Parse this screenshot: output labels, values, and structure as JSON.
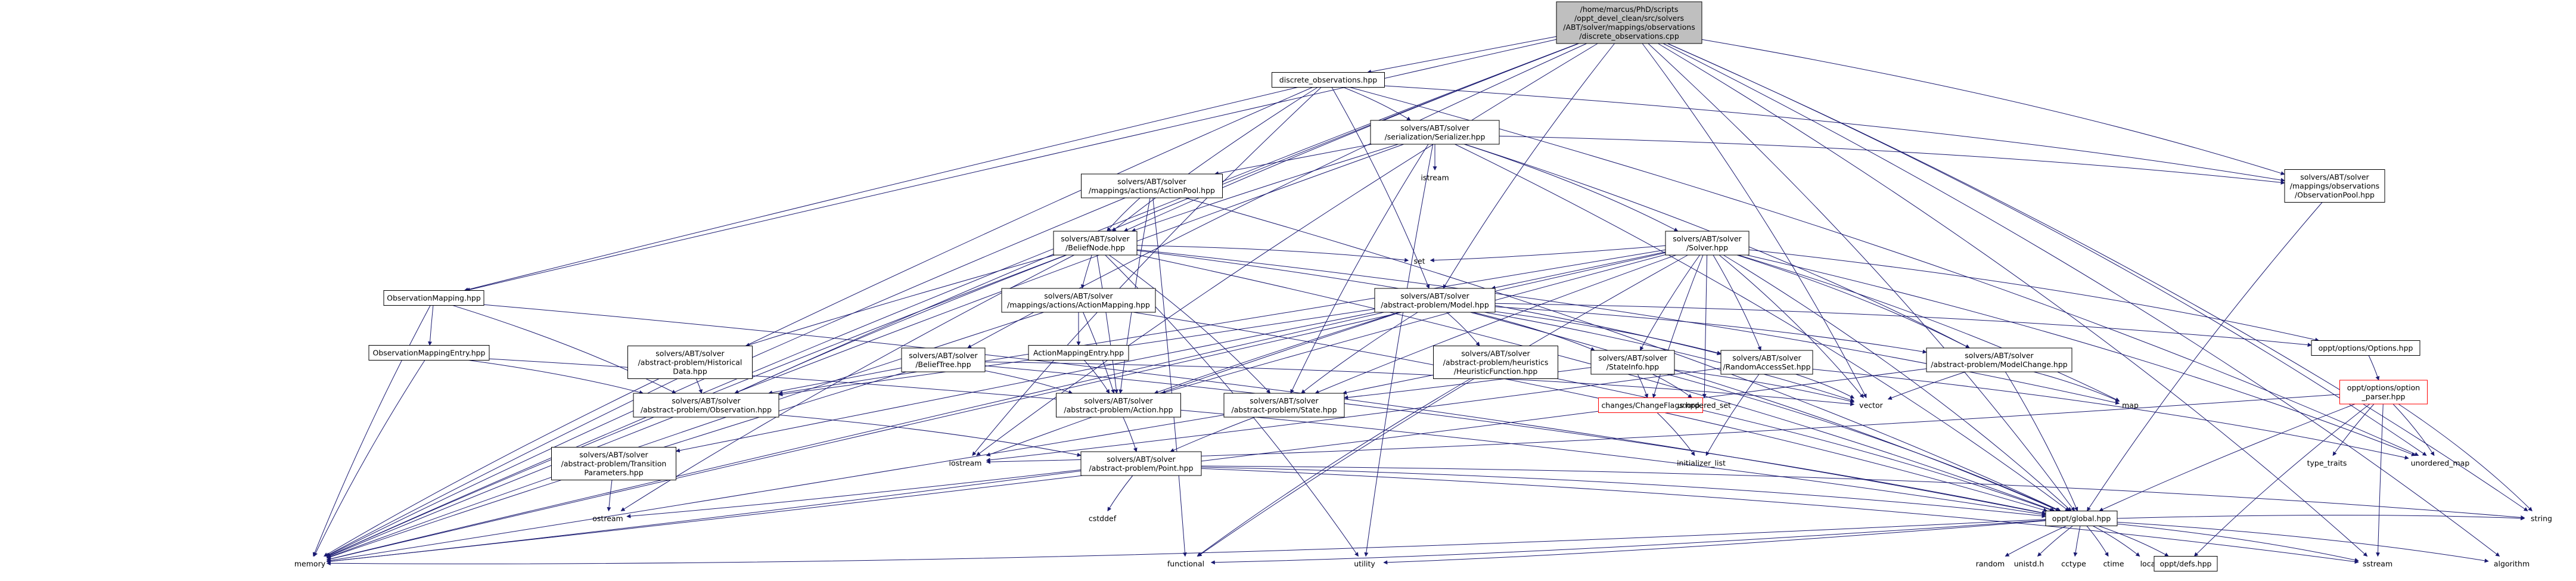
{
  "graph": {
    "nodes": {
      "root": {
        "lines": [
          "/home/marcus/PhD/scripts",
          "/oppt_devel_clean/src/solvers",
          "/ABT/solver/mappings/observations",
          "/discrete_observations.cpp"
        ],
        "style": "root"
      },
      "discrete_obs_hpp": {
        "lines": [
          "discrete_observations.hpp"
        ],
        "style": "box"
      },
      "serializer": {
        "lines": [
          "solvers/ABT/solver",
          "/serialization/Serializer.hpp"
        ],
        "style": "box"
      },
      "istream": {
        "lines": [
          "istream"
        ],
        "style": "plain"
      },
      "action_pool": {
        "lines": [
          "solvers/ABT/solver",
          "/mappings/actions/ActionPool.hpp"
        ],
        "style": "box"
      },
      "obs_pool": {
        "lines": [
          "solvers/ABT/solver",
          "/mappings/observations",
          "/ObservationPool.hpp"
        ],
        "style": "box"
      },
      "belief_node": {
        "lines": [
          "solvers/ABT/solver",
          "/BeliefNode.hpp"
        ],
        "style": "box"
      },
      "solver": {
        "lines": [
          "solvers/ABT/solver",
          "/Solver.hpp"
        ],
        "style": "box"
      },
      "set": {
        "lines": [
          "set"
        ],
        "style": "plain"
      },
      "obs_mapping": {
        "lines": [
          "ObservationMapping.hpp"
        ],
        "style": "box"
      },
      "action_mapping": {
        "lines": [
          "solvers/ABT/solver",
          "/mappings/actions/ActionMapping.hpp"
        ],
        "style": "box"
      },
      "model": {
        "lines": [
          "solvers/ABT/solver",
          "/abstract-problem/Model.hpp"
        ],
        "style": "box"
      },
      "options": {
        "lines": [
          "oppt/options/Options.hpp"
        ],
        "style": "box"
      },
      "option_parser": {
        "lines": [
          "oppt/options/option",
          "_parser.hpp"
        ],
        "style": "red"
      },
      "obs_mapping_entry": {
        "lines": [
          "ObservationMappingEntry.hpp"
        ],
        "style": "box"
      },
      "historical": {
        "lines": [
          "solvers/ABT/solver",
          "/abstract-problem/Historical",
          "Data.hpp"
        ],
        "style": "box"
      },
      "belief_tree": {
        "lines": [
          "solvers/ABT/solver",
          "/BeliefTree.hpp"
        ],
        "style": "box"
      },
      "action_mapping_entry": {
        "lines": [
          "ActionMappingEntry.hpp"
        ],
        "style": "box"
      },
      "heuristic": {
        "lines": [
          "solvers/ABT/solver",
          "/abstract-problem/heuristics",
          "/HeuristicFunction.hpp"
        ],
        "style": "box"
      },
      "statistic": {
        "lines": [
          "solvers/ABT/solver",
          "/StateInfo.hpp"
        ],
        "style": "box"
      },
      "random_access": {
        "lines": [
          "solvers/ABT/solver",
          "/RandomAccessSet.hpp"
        ],
        "style": "box"
      },
      "model_change": {
        "lines": [
          "solvers/ABT/solver",
          "/abstract-problem/ModelChange.hpp"
        ],
        "style": "box"
      },
      "observation": {
        "lines": [
          "solvers/ABT/solver",
          "/abstract-problem/Observation.hpp"
        ],
        "style": "box"
      },
      "action": {
        "lines": [
          "solvers/ABT/solver",
          "/abstract-problem/Action.hpp"
        ],
        "style": "box"
      },
      "state": {
        "lines": [
          "solvers/ABT/solver",
          "/abstract-problem/State.hpp"
        ],
        "style": "box"
      },
      "change_flags": {
        "lines": [
          "changes/ChangeFlags.hpp"
        ],
        "style": "red"
      },
      "unordered_set": {
        "lines": [
          "unordered_set"
        ],
        "style": "plain"
      },
      "vector": {
        "lines": [
          "vector"
        ],
        "style": "plain"
      },
      "map": {
        "lines": [
          "map"
        ],
        "style": "plain"
      },
      "type_traits": {
        "lines": [
          "type_traits"
        ],
        "style": "plain"
      },
      "unordered_map": {
        "lines": [
          "unordered_map"
        ],
        "style": "plain"
      },
      "transition": {
        "lines": [
          "solvers/ABT/solver",
          "/abstract-problem/Transition",
          "Parameters.hpp"
        ],
        "style": "box"
      },
      "iostream": {
        "lines": [
          "iostream"
        ],
        "style": "plain"
      },
      "point": {
        "lines": [
          "solvers/ABT/solver",
          "/abstract-problem/Point.hpp"
        ],
        "style": "box"
      },
      "initializer_list": {
        "lines": [
          "initializer_list"
        ],
        "style": "plain"
      },
      "ostream": {
        "lines": [
          "ostream"
        ],
        "style": "plain"
      },
      "cstddef": {
        "lines": [
          "cstddef"
        ],
        "style": "plain"
      },
      "global": {
        "lines": [
          "oppt/global.hpp"
        ],
        "style": "box"
      },
      "string": {
        "lines": [
          "string"
        ],
        "style": "plain"
      },
      "memory": {
        "lines": [
          "memory"
        ],
        "style": "plain"
      },
      "functional": {
        "lines": [
          "functional"
        ],
        "style": "plain"
      },
      "utility": {
        "lines": [
          "utility"
        ],
        "style": "plain"
      },
      "random": {
        "lines": [
          "random"
        ],
        "style": "plain"
      },
      "unistd": {
        "lines": [
          "unistd.h"
        ],
        "style": "plain"
      },
      "cctype": {
        "lines": [
          "cctype"
        ],
        "style": "plain"
      },
      "ctime": {
        "lines": [
          "ctime"
        ],
        "style": "plain"
      },
      "locale": {
        "lines": [
          "locale"
        ],
        "style": "plain"
      },
      "defs": {
        "lines": [
          "oppt/defs.hpp"
        ],
        "style": "box"
      },
      "sstream": {
        "lines": [
          "sstream"
        ],
        "style": "plain"
      },
      "algorithm": {
        "lines": [
          "algorithm"
        ],
        "style": "plain"
      }
    },
    "edges": [
      [
        "root",
        "discrete_obs_hpp"
      ],
      [
        "root",
        "obs_pool"
      ],
      [
        "root",
        "belief_node"
      ],
      [
        "root",
        "model"
      ],
      [
        "root",
        "obs_mapping"
      ],
      [
        "root",
        "observation"
      ],
      [
        "root",
        "belief_tree"
      ],
      [
        "root",
        "memory"
      ],
      [
        "root",
        "iostream"
      ],
      [
        "root",
        "vector"
      ],
      [
        "root",
        "unordered_map"
      ],
      [
        "root",
        "global"
      ],
      [
        "root",
        "string"
      ],
      [
        "root",
        "sstream"
      ],
      [
        "root",
        "algorithm"
      ],
      [
        "discrete_obs_hpp",
        "serializer"
      ],
      [
        "discrete_obs_hpp",
        "belief_node"
      ],
      [
        "discrete_obs_hpp",
        "model"
      ],
      [
        "discrete_obs_hpp",
        "obs_mapping"
      ],
      [
        "discrete_obs_hpp",
        "obs_pool"
      ],
      [
        "discrete_obs_hpp",
        "memory"
      ],
      [
        "discrete_obs_hpp",
        "unordered_map"
      ],
      [
        "discrete_obs_hpp",
        "iostream"
      ],
      [
        "serializer",
        "istream"
      ],
      [
        "serializer",
        "action_pool"
      ],
      [
        "serializer",
        "obs_pool"
      ],
      [
        "serializer",
        "belief_node"
      ],
      [
        "serializer",
        "solver"
      ],
      [
        "serializer",
        "state"
      ],
      [
        "serializer",
        "model_change"
      ],
      [
        "serializer",
        "memory"
      ],
      [
        "serializer",
        "utility"
      ],
      [
        "serializer",
        "global"
      ],
      [
        "action_pool",
        "belief_node"
      ],
      [
        "action_pool",
        "action"
      ],
      [
        "action_pool",
        "global"
      ],
      [
        "action_pool",
        "memory"
      ],
      [
        "action_pool",
        "functional"
      ],
      [
        "obs_pool",
        "global"
      ],
      [
        "belief_node",
        "set"
      ],
      [
        "belief_node",
        "action_mapping"
      ],
      [
        "belief_node",
        "historical"
      ],
      [
        "belief_node",
        "observation"
      ],
      [
        "belief_node",
        "action"
      ],
      [
        "belief_node",
        "state"
      ],
      [
        "belief_node",
        "memory"
      ],
      [
        "belief_node",
        "map"
      ],
      [
        "belief_node",
        "random_access"
      ],
      [
        "belief_node",
        "ostream"
      ],
      [
        "belief_node",
        "utility"
      ],
      [
        "belief_node",
        "global"
      ],
      [
        "solver",
        "set"
      ],
      [
        "solver",
        "model"
      ],
      [
        "solver",
        "options"
      ],
      [
        "solver",
        "statistic"
      ],
      [
        "solver",
        "random_access"
      ],
      [
        "solver",
        "model_change"
      ],
      [
        "solver",
        "state"
      ],
      [
        "solver",
        "change_flags"
      ],
      [
        "solver",
        "unordered_set"
      ],
      [
        "solver",
        "vector"
      ],
      [
        "solver",
        "map"
      ],
      [
        "solver",
        "memory"
      ],
      [
        "solver",
        "functional"
      ],
      [
        "solver",
        "global"
      ],
      [
        "solver",
        "unordered_map"
      ],
      [
        "solver",
        "action"
      ],
      [
        "solver",
        "observation"
      ],
      [
        "obs_mapping",
        "obs_mapping_entry"
      ],
      [
        "obs_mapping",
        "observation"
      ],
      [
        "obs_mapping",
        "memory"
      ],
      [
        "obs_mapping",
        "global"
      ],
      [
        "action_mapping",
        "action_mapping_entry"
      ],
      [
        "action_mapping",
        "action"
      ],
      [
        "action_mapping",
        "memory"
      ],
      [
        "action_mapping",
        "global"
      ],
      [
        "model",
        "options"
      ],
      [
        "model",
        "heuristic"
      ],
      [
        "model",
        "statistic"
      ],
      [
        "model",
        "random_access"
      ],
      [
        "model",
        "model_change"
      ],
      [
        "model",
        "transition"
      ],
      [
        "model",
        "observation"
      ],
      [
        "model",
        "action"
      ],
      [
        "model",
        "state"
      ],
      [
        "model",
        "vector"
      ],
      [
        "model",
        "memory"
      ],
      [
        "model",
        "iostream"
      ],
      [
        "model",
        "global"
      ],
      [
        "options",
        "option_parser"
      ],
      [
        "option_parser",
        "type_traits"
      ],
      [
        "option_parser",
        "unordered_map"
      ],
      [
        "option_parser",
        "iostream"
      ],
      [
        "option_parser",
        "string"
      ],
      [
        "option_parser",
        "sstream"
      ],
      [
        "option_parser",
        "defs"
      ],
      [
        "option_parser",
        "global"
      ],
      [
        "obs_mapping_entry",
        "observation"
      ],
      [
        "obs_mapping_entry",
        "memory"
      ],
      [
        "obs_mapping_entry",
        "global"
      ],
      [
        "historical",
        "observation"
      ],
      [
        "historical",
        "memory"
      ],
      [
        "belief_tree",
        "observation"
      ],
      [
        "belief_tree",
        "action"
      ],
      [
        "belief_tree",
        "vector"
      ],
      [
        "belief_tree",
        "memory"
      ],
      [
        "belief_tree",
        "global"
      ],
      [
        "action_mapping_entry",
        "action"
      ],
      [
        "heuristic",
        "state"
      ],
      [
        "heuristic",
        "global"
      ],
      [
        "heuristic",
        "functional"
      ],
      [
        "statistic",
        "change_flags"
      ],
      [
        "statistic",
        "state"
      ],
      [
        "statistic",
        "unordered_set"
      ],
      [
        "statistic",
        "vector"
      ],
      [
        "statistic",
        "global"
      ],
      [
        "random_access",
        "vector"
      ],
      [
        "random_access",
        "unordered_map"
      ],
      [
        "random_access",
        "initializer_list"
      ],
      [
        "random_access",
        "iostream"
      ],
      [
        "model_change",
        "vector"
      ],
      [
        "model_change",
        "map"
      ],
      [
        "model_change",
        "global"
      ],
      [
        "model_change",
        "memory"
      ],
      [
        "observation",
        "point"
      ],
      [
        "action",
        "point"
      ],
      [
        "state",
        "point"
      ],
      [
        "state",
        "memory"
      ],
      [
        "change_flags",
        "initializer_list"
      ],
      [
        "transition",
        "ostream"
      ],
      [
        "point",
        "ostream"
      ],
      [
        "point",
        "cstddef"
      ],
      [
        "point",
        "memory"
      ],
      [
        "point",
        "global"
      ],
      [
        "point",
        "string"
      ],
      [
        "point",
        "sstream"
      ],
      [
        "global",
        "memory"
      ],
      [
        "global",
        "functional"
      ],
      [
        "global",
        "utility"
      ],
      [
        "global",
        "random"
      ],
      [
        "global",
        "unistd"
      ],
      [
        "global",
        "cctype"
      ],
      [
        "global",
        "ctime"
      ],
      [
        "global",
        "locale"
      ],
      [
        "global",
        "defs"
      ],
      [
        "global",
        "sstream"
      ],
      [
        "global",
        "algorithm"
      ],
      [
        "global",
        "string"
      ]
    ]
  }
}
